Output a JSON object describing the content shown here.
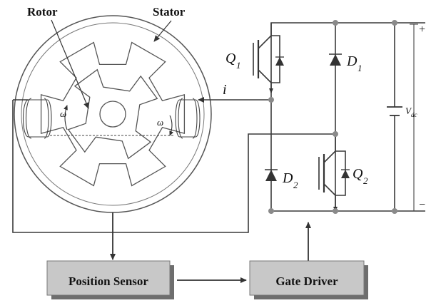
{
  "labels": {
    "rotor": "Rotor",
    "stator": "Stator",
    "omega": "ω",
    "current": "i",
    "q1": "Q",
    "q1_sub": "1",
    "q2": "Q",
    "q2_sub": "2",
    "d1": "D",
    "d1_sub": "1",
    "d2": "D",
    "d2_sub": "2",
    "vdc": "V",
    "vdc_sub": "dc",
    "plus": "+",
    "minus": "−"
  },
  "blocks": {
    "position_sensor": "Position Sensor",
    "gate_driver": "Gate Driver"
  },
  "colors": {
    "box_fill": "#c8c8c8",
    "box_shadow": "#6e6e6e",
    "node": "#8a8a8a",
    "wire": "#3a3a3a"
  }
}
